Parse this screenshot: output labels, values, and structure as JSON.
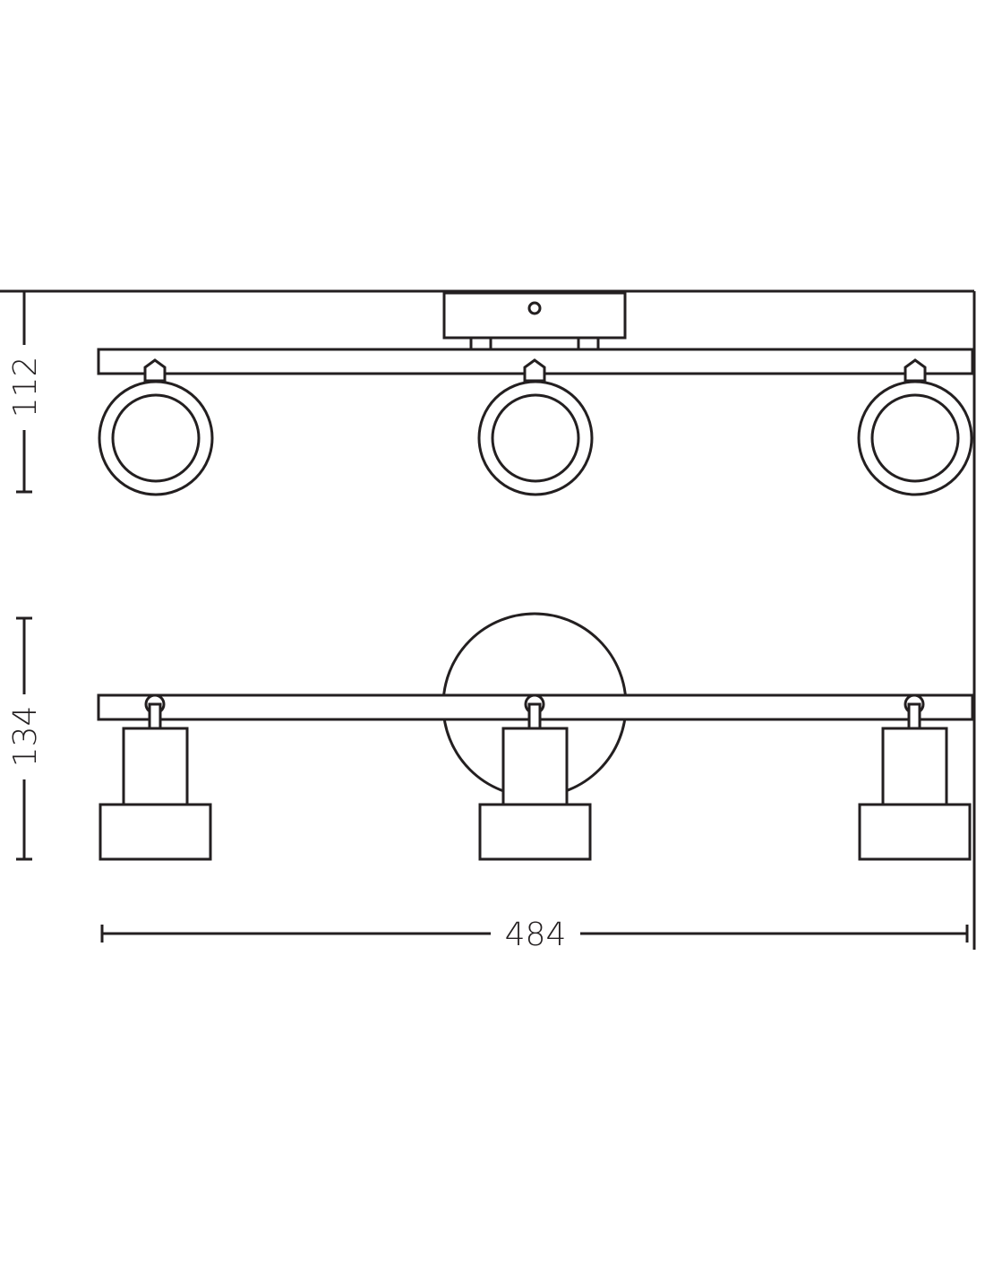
{
  "dimensions": {
    "top_view_height": "112",
    "front_view_height": "134",
    "total_width": "484"
  },
  "line_color": "#231f20",
  "background": "#ffffff"
}
